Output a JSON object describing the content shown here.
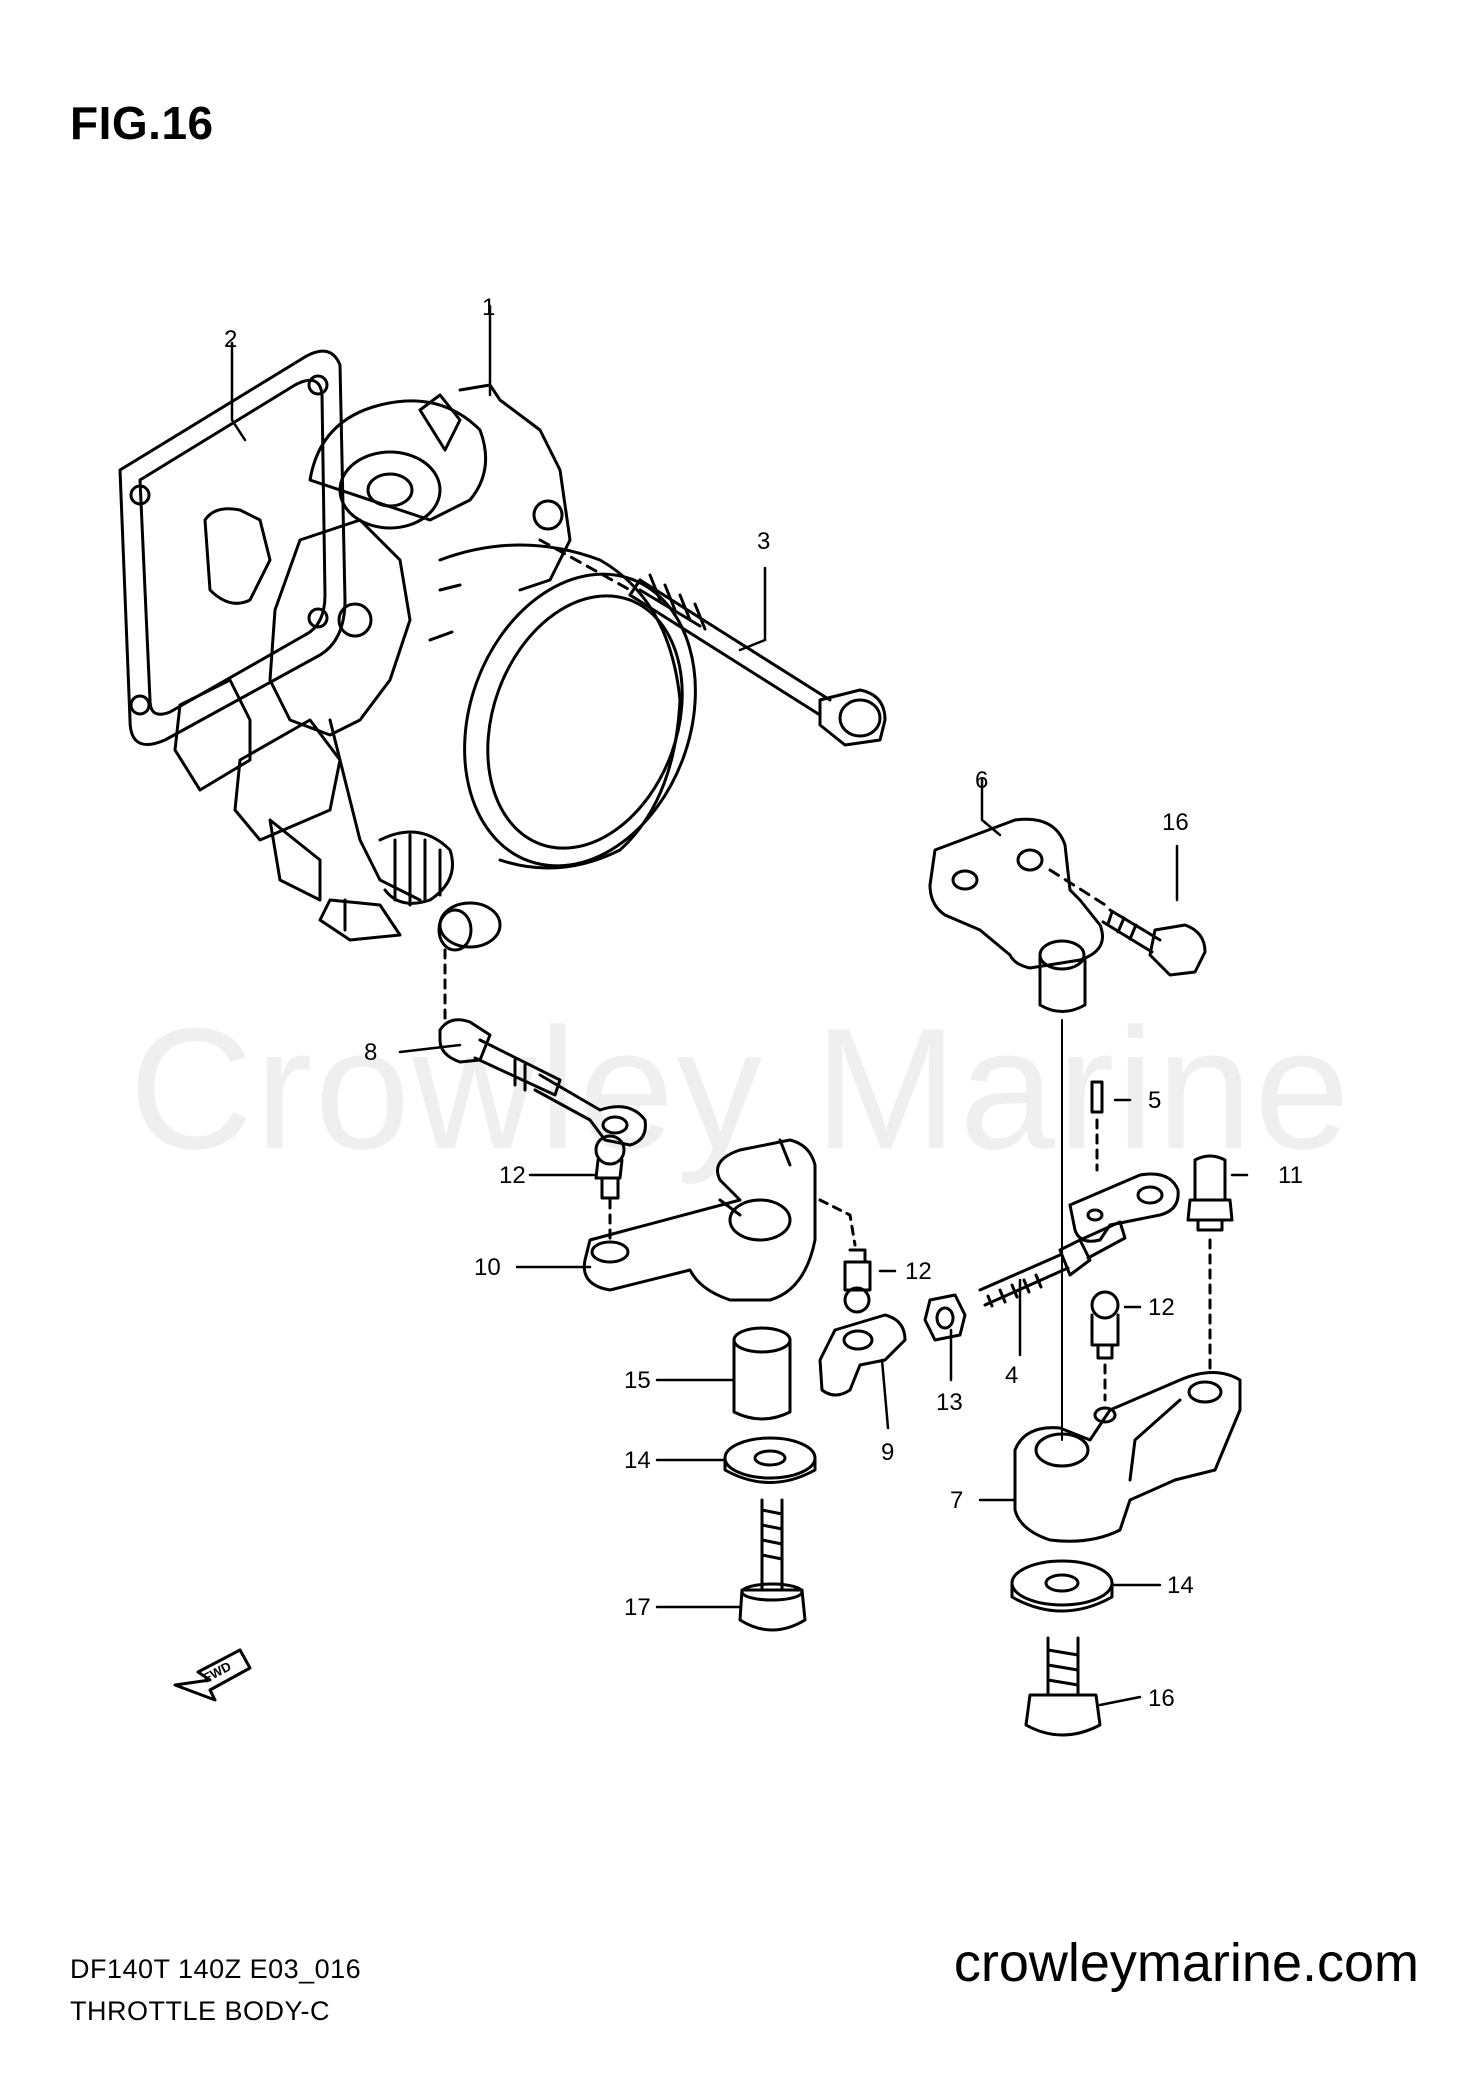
{
  "figure_label": "FIG.16",
  "watermark": "Crowley Marine",
  "footer": {
    "model_code": "DF140T 140Z E03_016",
    "section_title": "THROTTLE BODY-C",
    "website": "crowleymarine.com"
  },
  "fwd_arrow_label": "FWD",
  "callouts": [
    "1",
    "2",
    "3",
    "4",
    "5",
    "6",
    "7",
    "8",
    "9",
    "10",
    "11",
    "12",
    "12",
    "12",
    "13",
    "14",
    "14",
    "15",
    "16",
    "16",
    "17"
  ]
}
